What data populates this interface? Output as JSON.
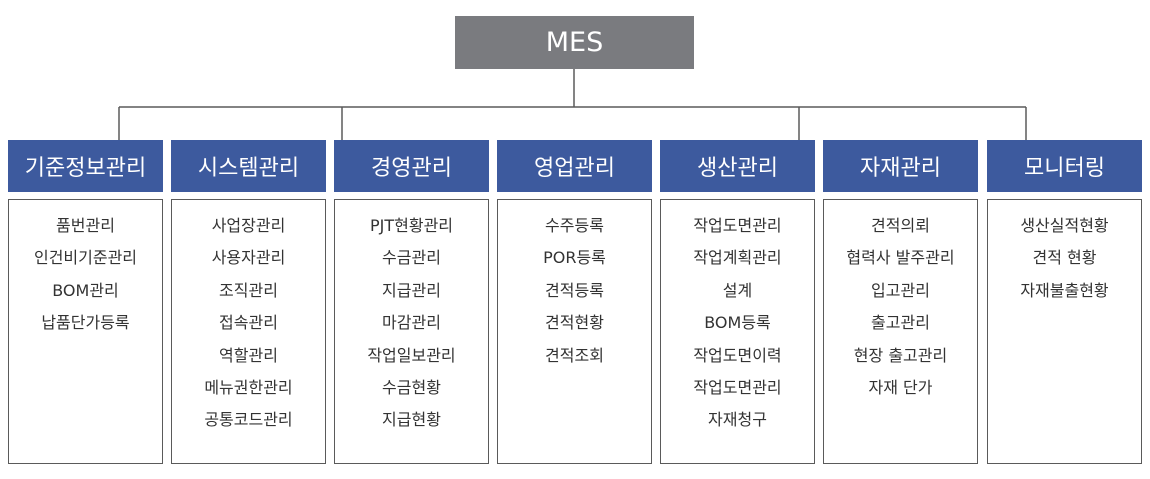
{
  "root": {
    "label": "MES"
  },
  "categories": [
    {
      "title": "기준정보관리",
      "items": [
        "품번관리",
        "인건비기준관리",
        "BOM관리",
        "납품단가등록"
      ]
    },
    {
      "title": "시스템관리",
      "items": [
        "사업장관리",
        "사용자관리",
        "조직관리",
        "접속관리",
        "역할관리",
        "메뉴권한관리",
        "공통코드관리"
      ]
    },
    {
      "title": "경영관리",
      "items": [
        "PJT현황관리",
        "수금관리",
        "지급관리",
        "마감관리",
        "작업일보관리",
        "수금현황",
        "지급현황"
      ]
    },
    {
      "title": "영업관리",
      "items": [
        "수주등록",
        "POR등록",
        "견적등록",
        "견적현황",
        "견적조회"
      ]
    },
    {
      "title": "생산관리",
      "items": [
        "작업도면관리",
        "작업계획관리",
        "설계",
        "BOM등록",
        "작업도면이력",
        "작업도면관리",
        "자재청구"
      ]
    },
    {
      "title": "자재관리",
      "items": [
        "견적의뢰",
        "협력사 발주관리",
        "입고관리",
        "출고관리",
        "현장 출고관리",
        "자재 단가"
      ]
    },
    {
      "title": "모니터링",
      "items": [
        "생산실적현황",
        "견적 현황",
        "자재불출현황"
      ]
    }
  ],
  "colors": {
    "root_bg": "#7a7b7f",
    "header_bg": "#3d5a9e",
    "line": "#5a5a5a"
  }
}
